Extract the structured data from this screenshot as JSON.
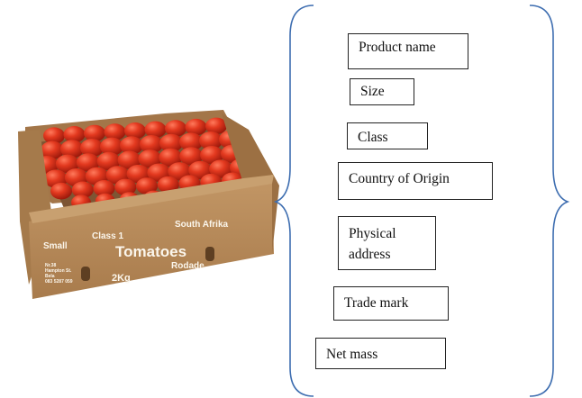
{
  "photo": {
    "box_texts": {
      "small": "Small",
      "class": "Class 1",
      "origin": "South Afrika",
      "product": "Tomatoes",
      "brand": "Rodade",
      "weight": "2Kg",
      "address": [
        "Nr.38",
        "Hampton St.",
        "Bela",
        "083 5287 059"
      ]
    }
  },
  "labels": {
    "product_name": "Product name",
    "size": "Size",
    "class": "Class",
    "country_of_origin": "Country of Origin",
    "physical_address": "Physical address",
    "trade_mark": "Trade mark",
    "net_mass": "Net mass"
  },
  "colors": {
    "brace": "#3d6db0",
    "box_border": "#222222",
    "cardboard": "#b58a5a",
    "tomato": "#d8301c"
  }
}
